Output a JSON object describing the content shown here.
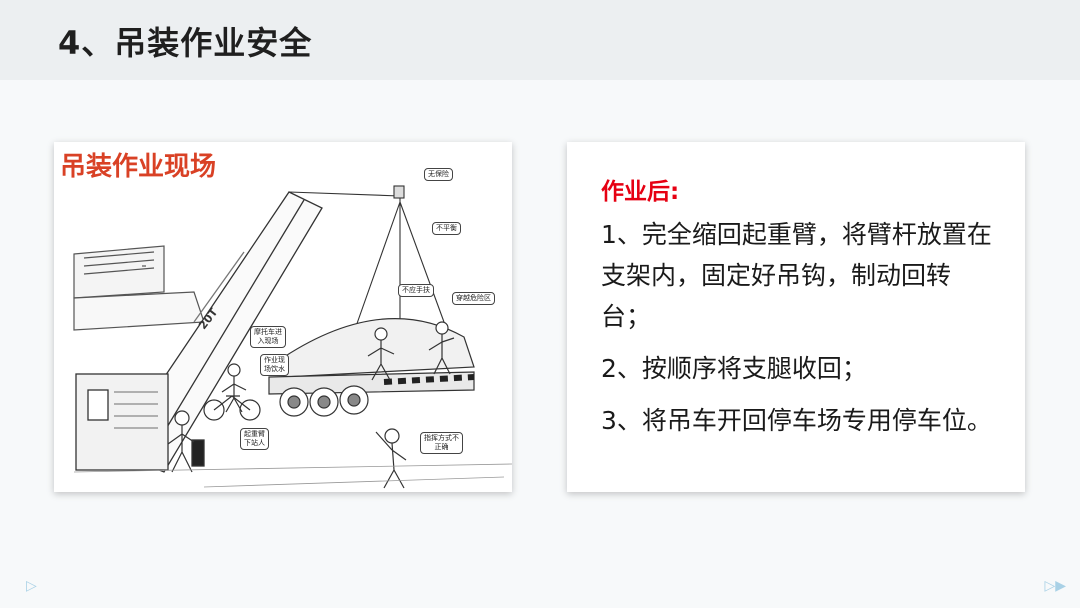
{
  "header": {
    "title": "4、吊装作业安全"
  },
  "figure": {
    "caption": "吊装作业现场",
    "crane_label": "20T",
    "labels": {
      "l1": "无保险",
      "l2": "不平衡",
      "l3": "不应手扶",
      "l4": "穿越危险区",
      "l5": "摩托车进\n入现场",
      "l6": "作业现\n场饮水",
      "l7": "起重臂\n下站人",
      "l8": "指挥方式不\n正确"
    }
  },
  "card": {
    "heading": "作业后:",
    "items": [
      "1、完全缩回起重臂，将臂杆放置在支架内，固定好吊钩，制动回转台；",
      "2、按顺序将支腿收回；",
      "3、将吊车开回停车场专用停车位。"
    ]
  },
  "footer": {
    "left_icon": "▷",
    "right_icon": "▷▶"
  }
}
